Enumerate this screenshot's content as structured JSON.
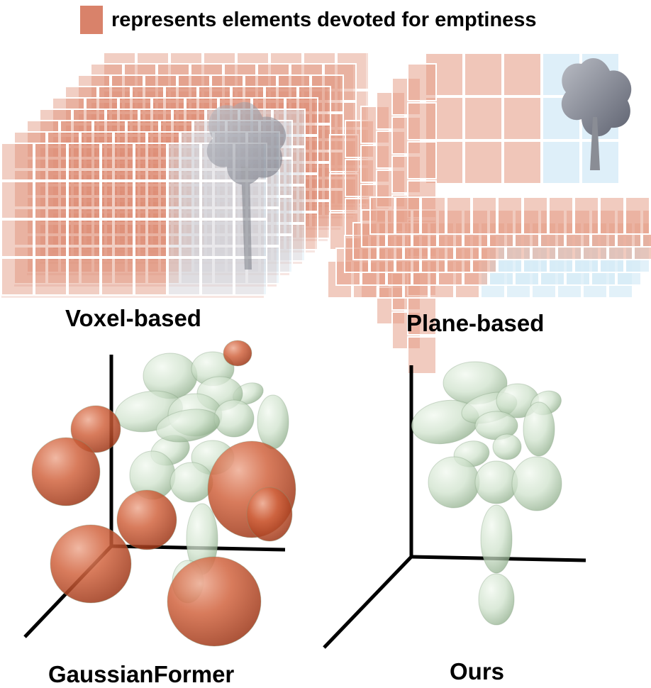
{
  "legend": {
    "text": "represents elements devoted for emptiness",
    "color": "#d9826a"
  },
  "panels": {
    "voxel": {
      "label": "Voxel-based"
    },
    "plane": {
      "label": "Plane-based"
    },
    "gaussian": {
      "label": "GaussianFormer"
    },
    "ours": {
      "label": "Ours"
    }
  },
  "colors": {
    "empty": "#c8502f",
    "empty_light": "#e6a08a",
    "occupied": "#d6ebf7",
    "gaussian_green": "#cfe2cc",
    "axis": "#000000"
  }
}
